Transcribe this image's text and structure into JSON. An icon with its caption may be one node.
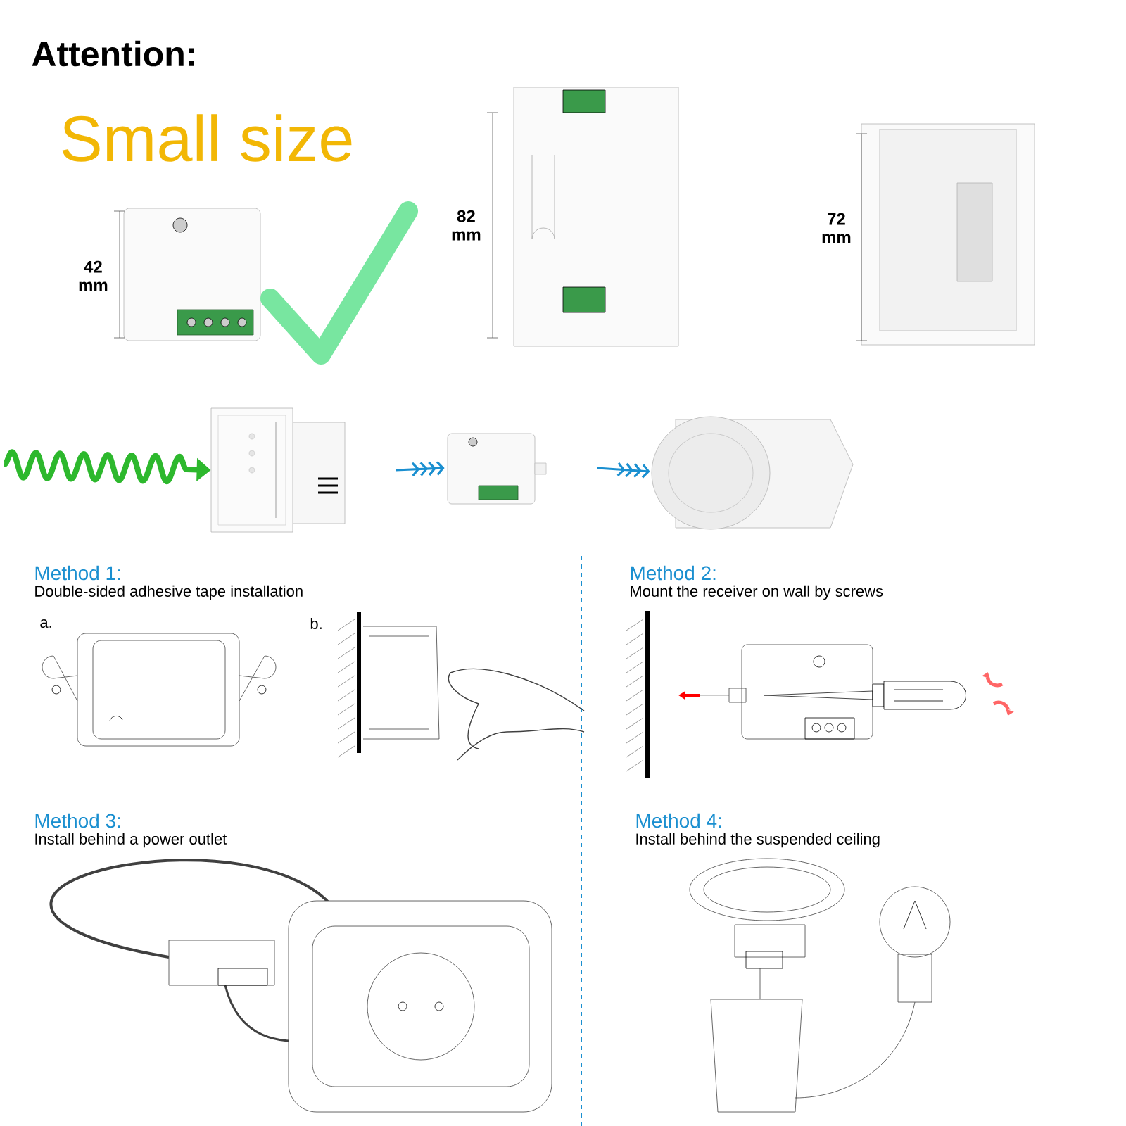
{
  "diagram": {
    "nodes": [
      {
        "text": [],
        "shape": "picture"
      },
      {
        "text": [],
        "shape": "picture"
      },
      {
        "text": [],
        "shape": "picture"
      }
    ],
    "edges": [
      {
        "from": null,
        "to": 0,
        "arrow": "to",
        "color": "#2db82d",
        "style": "thick"
      },
      {
        "from": 0,
        "to": 1,
        "arrow": "to"
      },
      {
        "from": 1,
        "to": 2,
        "arrow": "to"
      }
    ],
    "labels": [
      "Attention:",
      "Small size",
      "42 mm",
      "82 mm",
      "72 mm",
      "Method 1:",
      "Double-sided adhesive tape installation",
      "a.",
      "b.",
      "Method 2:",
      "Mount the receiver on wall by screws",
      "Method 3:",
      "Install behind a power outlet",
      "Method 4:",
      "Install behind the suspended ceiling"
    ]
  }
}
